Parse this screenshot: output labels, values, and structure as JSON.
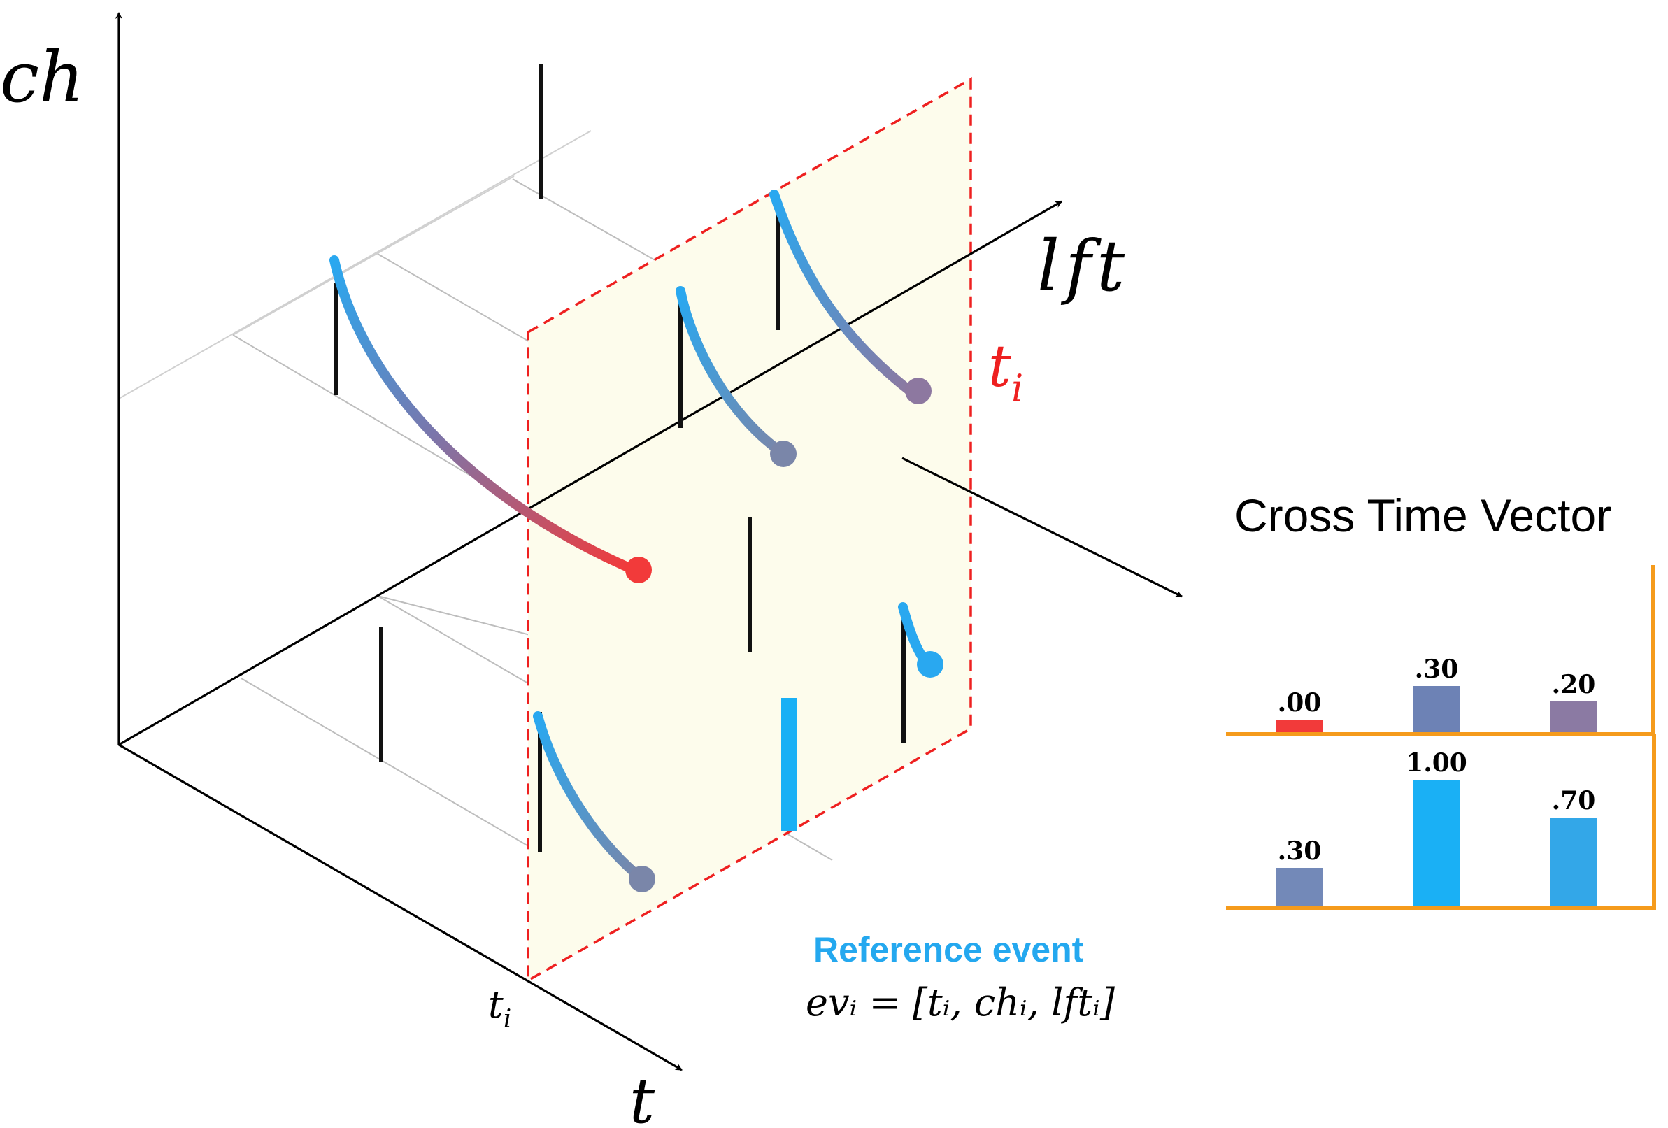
{
  "axes": {
    "ch_label": "ch",
    "lft_label": "lft",
    "t_label": "t",
    "ti_plane_label": "t",
    "ti_plane_sub": "i",
    "ti_axis_label": "t",
    "ti_axis_sub": "i"
  },
  "reference_event": {
    "title": "Reference event",
    "formula": "evᵢ = [tᵢ, chᵢ, lftᵢ]"
  },
  "cross_time_vector": {
    "title": "Cross Time Vector",
    "top_row": [
      {
        "label": ".00",
        "value": 0.0,
        "color": "#f23a3a"
      },
      {
        "label": ".30",
        "value": 0.3,
        "color": "#6d82b5"
      },
      {
        "label": ".20",
        "value": 0.2,
        "color": "#8b7aa3"
      }
    ],
    "bottom_row": [
      {
        "label": ".30",
        "value": 0.3,
        "color": "#7389b8"
      },
      {
        "label": "1.00",
        "value": 1.0,
        "color": "#1ab0f5"
      },
      {
        "label": ".70",
        "value": 0.7,
        "color": "#33a7e8"
      }
    ]
  },
  "colors": {
    "plane_fill": "#fdfcec",
    "plane_border": "#ee2020",
    "axis": "#000000",
    "grid": "#bdbdbd",
    "bar_frame": "#f59b1c",
    "reference_text": "#24a8ef",
    "curve_start": "#29a8f0",
    "curve_mid": "#7c7cab",
    "curve_red": "#f23a3a"
  }
}
